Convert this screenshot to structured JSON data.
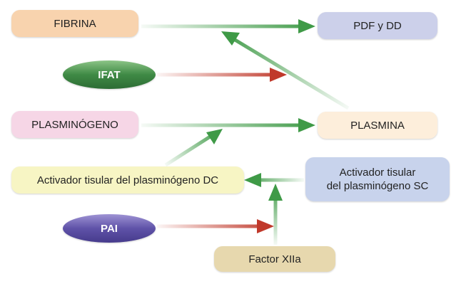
{
  "nodes": {
    "fibrina": "FIBRINA",
    "pdf_dd": "PDF y DD",
    "ifat": "IFAT",
    "plasminogeno": "PLASMINÓGENO",
    "plasmina": "PLASMINA",
    "activador_dc": "Activador tisular del plasminógeno DC",
    "activador_sc": [
      "Activador tisular",
      "del plasminógeno SC"
    ],
    "pai": "PAI",
    "factor_xiia": "Factor XIIa"
  },
  "colors": {
    "arrow_green": "#3f9a47",
    "arrow_red": "#c0392b",
    "fibrina_bg": "#f8d3ae",
    "pdf_bg": "#ccd0ea",
    "plasminogeno_bg": "#f6d6e6",
    "plasmina_bg": "#fdeedb",
    "activador_dc_bg": "#f7f5c4",
    "activador_sc_bg": "#c8d3ec",
    "factor_bg": "#e7d8ae"
  }
}
